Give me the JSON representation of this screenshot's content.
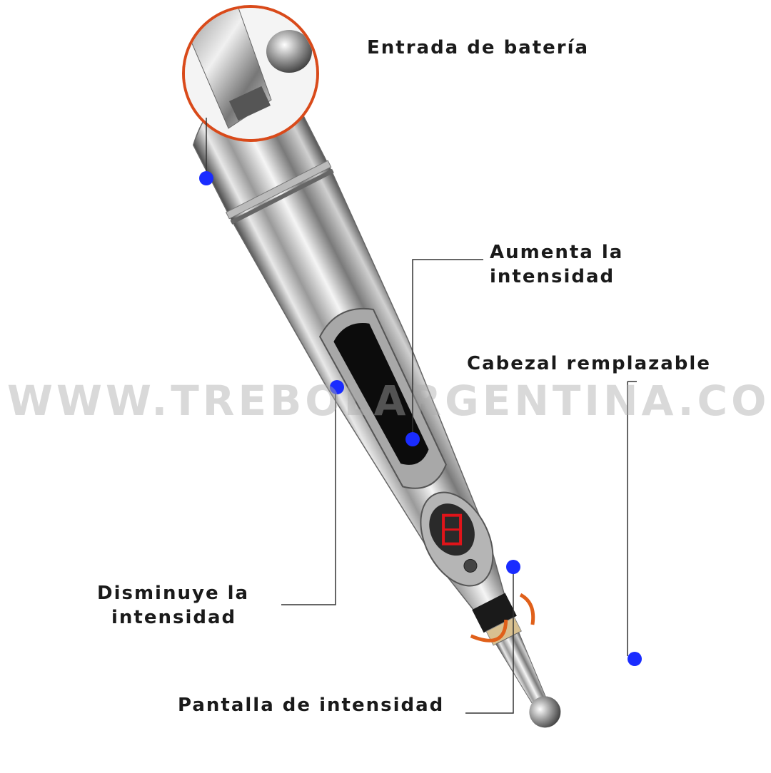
{
  "watermark": "WWW.TREBOLARGENTINA.COM",
  "labels": {
    "battery_entry": "Entrada de batería",
    "increase_line1": "Aumenta la",
    "increase_line2": "intensidad",
    "replaceable_head": "Cabezal remplazable",
    "decrease_line1": "Disminuye la",
    "decrease_line2": "intensidad",
    "intensity_display": "Pantalla de intensidad"
  },
  "colors": {
    "marker": "#1a2cff",
    "led": "#e0141a",
    "rotate_arrow": "#e0601a"
  }
}
